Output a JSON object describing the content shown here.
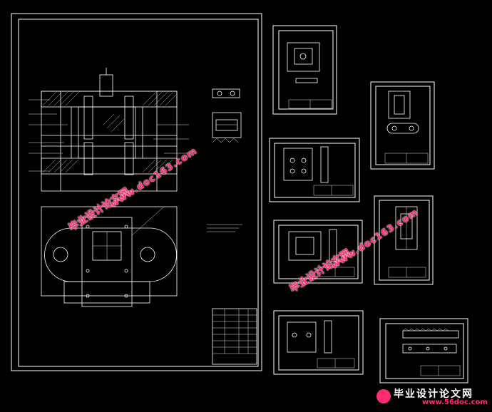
{
  "watermarks": {
    "site_cn": "毕业设计论文网",
    "site_url": "www.doc163.com"
  },
  "logo": {
    "text_cn": "毕业设计论文网",
    "url": "www.56doc.com"
  },
  "colors": {
    "background": "#000000",
    "lines": "#ffffff",
    "watermark": "#ff2d6f"
  }
}
